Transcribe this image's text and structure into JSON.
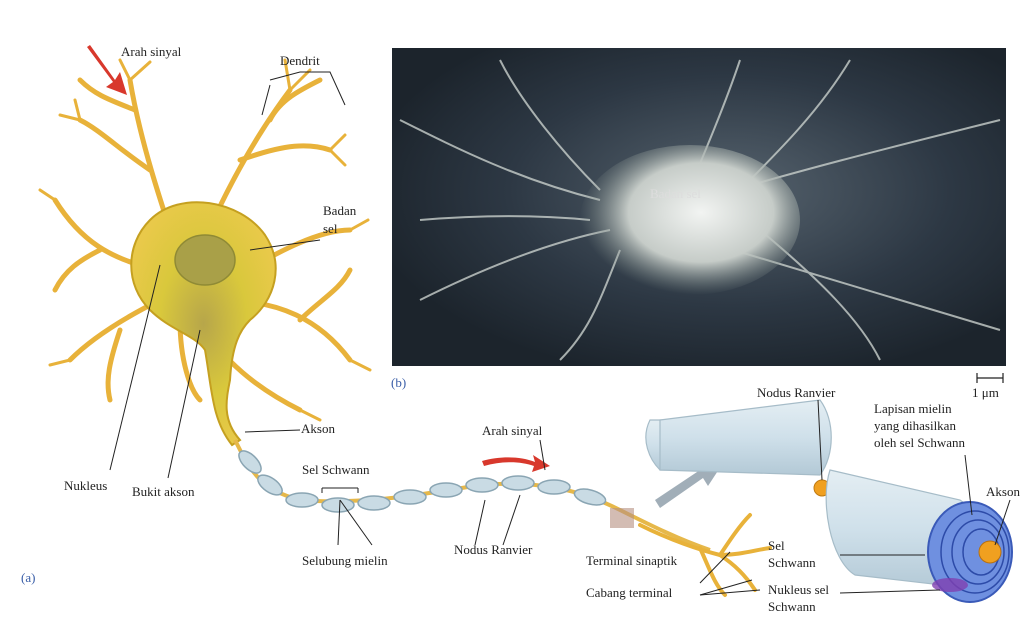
{
  "labels": {
    "arah_sinyal_top": "Arah sinyal",
    "dendrit": "Dendrit",
    "badan_sel_1": "Badan",
    "badan_sel_2": "sel",
    "badan_sel_photo": "Badan sel",
    "nukleus": "Nukleus",
    "bukit_akson": "Bukit akson",
    "akson_main": "Akson",
    "sel_schwann": "Sel Schwann",
    "selubung_mielin": "Selubung mielin",
    "arah_sinyal_mid": "Arah sinyal",
    "nodus_ranvier_mid": "Nodus Ranvier",
    "terminal_sinaptik": "Terminal sinaptik",
    "cabang_terminal": "Cabang terminal",
    "nodus_ranvier_right": "Nodus Ranvier",
    "lapisan_1": "Lapisan mielin",
    "lapisan_2": "yang dihasilkan",
    "lapisan_3": "oleh sel Schwann",
    "akson_right": "Akson",
    "sel_schwann_r1": "Sel",
    "sel_schwann_r2": "Schwann",
    "nukleus_sel_1": "Nukleus sel",
    "nukleus_sel_2": "Schwann",
    "panel_a": "(a)",
    "panel_b": "(b)",
    "scale": "1 μm"
  },
  "colors": {
    "dendrite": "#e8b23a",
    "soma": "#d8c43a",
    "myelin": "#c9dbe4",
    "signal_arrow": "#d8382c",
    "photo_dark": "#2a3440",
    "cylinder": "#cfe0ea",
    "cross_section": "#4a6fd0",
    "axon_core": "#f0a020"
  },
  "icons": [
    "arrow-red-icon",
    "zoom-arrow-icon"
  ]
}
